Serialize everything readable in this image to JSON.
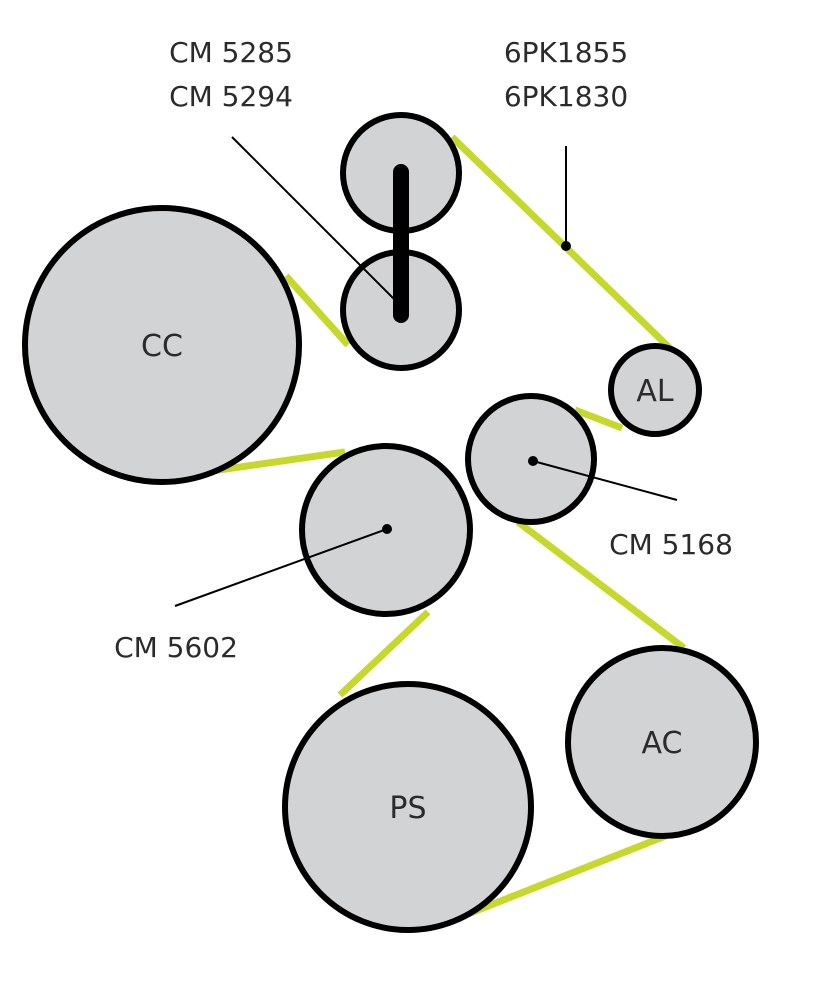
{
  "colors": {
    "belt": "#c7d82c",
    "pulley_fill": "#d2d3d4",
    "pulley_stroke": "#000000",
    "text": "#2b2b2b",
    "tensioner_arm": "#000000"
  },
  "pulleys": {
    "cc": "CC",
    "al": "AL",
    "ps": "PS",
    "ac": "AC"
  },
  "labels": {
    "tensioner_line1": "CM 5285",
    "tensioner_line2": "CM 5294",
    "belt_line1": "6PK1855",
    "belt_line2": "6PK1830",
    "idler_right": "CM 5168",
    "idler_left": "CM 5602"
  }
}
